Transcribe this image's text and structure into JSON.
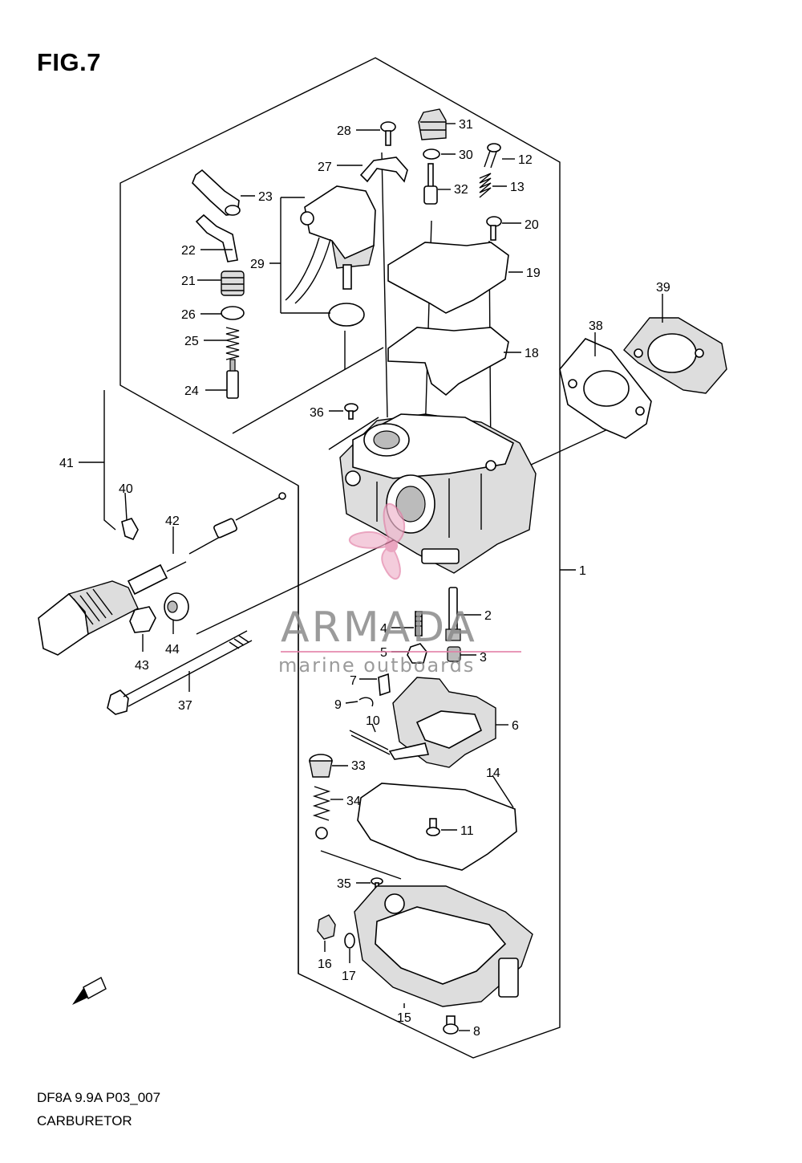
{
  "figure": {
    "title": "FIG.7",
    "model_code": "DF8A 9.9A P03_007",
    "name": "CARBURETOR"
  },
  "watermark": {
    "brand": "ARMADA",
    "tagline": "marine outboards",
    "accent_color": "#e27fa6",
    "icon": "propeller-icon"
  },
  "fwd_label": "FWD",
  "callouts": [
    "1",
    "2",
    "3",
    "4",
    "5",
    "6",
    "7",
    "8",
    "9",
    "10",
    "11",
    "12",
    "13",
    "14",
    "15",
    "16",
    "17",
    "18",
    "19",
    "20",
    "21",
    "22",
    "23",
    "24",
    "25",
    "26",
    "27",
    "28",
    "29",
    "30",
    "31",
    "32",
    "33",
    "34",
    "35",
    "36",
    "37",
    "38",
    "39",
    "40",
    "41",
    "42",
    "43",
    "44"
  ]
}
